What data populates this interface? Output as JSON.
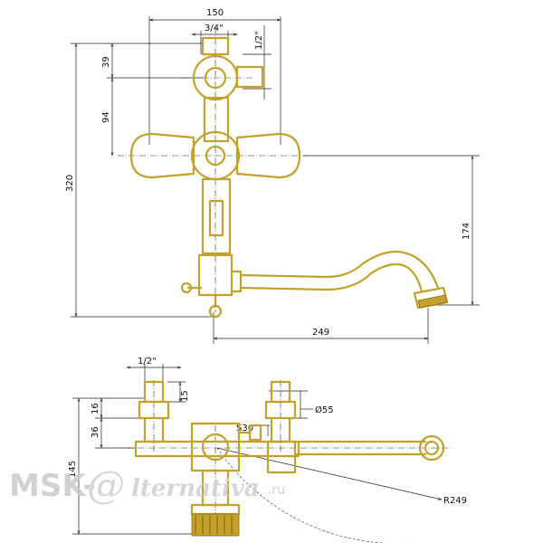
{
  "dimensions": {
    "top_width": "150",
    "inlet_thread": "3/4\"",
    "outlet_thread": "1/2\"",
    "upper_offset": "39",
    "handle_spacing": "94",
    "total_height": "320",
    "spout_height": "174",
    "spout_reach": "249",
    "bottom_thread": "1/2\"",
    "nut_15": "15",
    "nut_16": "16",
    "offset_36": "36",
    "bottom_height": "145",
    "diameter": "Ø55",
    "wrench": "S30",
    "radius": "R249"
  },
  "watermark": {
    "brand": "MSK-",
    "script": "lternativa",
    "suffix": ".ru"
  },
  "colors": {
    "brass": "#c4a12a",
    "line": "#222222"
  }
}
